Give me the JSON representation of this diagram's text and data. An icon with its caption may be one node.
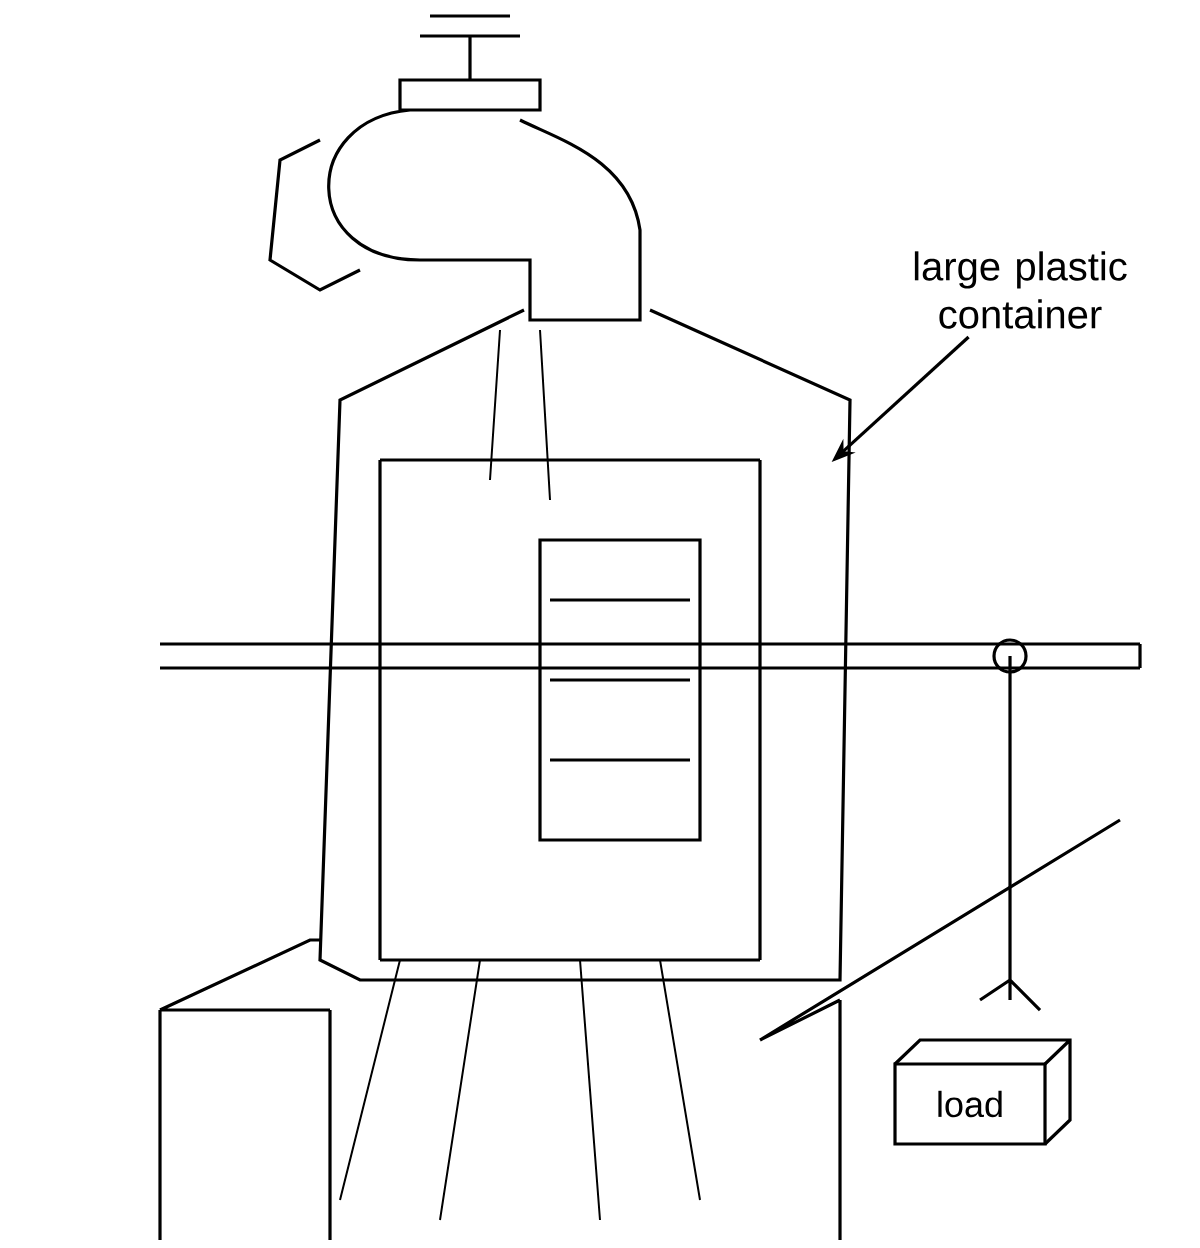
{
  "diagram": {
    "nodes": [
      {
        "text": [
          "large plastic container"
        ]
      },
      {
        "text": [],
        "shape": "picture"
      },
      {
        "text": [
          "load"
        ]
      }
    ],
    "edges": [
      {
        "from": 0,
        "to": 1,
        "arrow": "to"
      }
    ]
  }
}
